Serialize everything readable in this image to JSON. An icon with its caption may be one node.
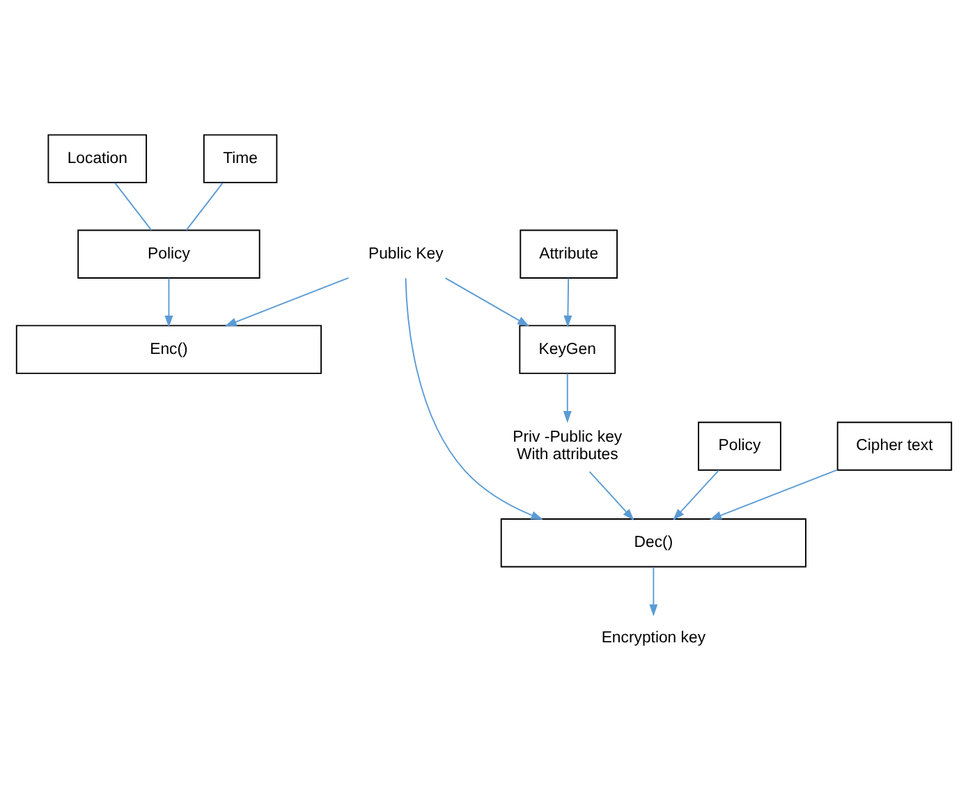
{
  "diagram": {
    "nodes": [
      {
        "text": [
          "Location"
        ]
      },
      {
        "text": [
          "Time"
        ]
      },
      {
        "text": [
          "Policy"
        ]
      },
      {
        "text": [
          "Attribute"
        ]
      },
      {
        "text": [
          "KeyGen"
        ]
      },
      {
        "text": [
          "Public Key"
        ]
      },
      {
        "text": [
          "Enc()"
        ]
      },
      {
        "text": [
          "Policy"
        ]
      },
      {
        "text": [
          "Cipher text"
        ]
      },
      {
        "text": [
          "Dec()"
        ]
      },
      {
        "text": [
          "Priv -Public key",
          "With attributes"
        ]
      },
      {
        "text": [
          "Encryption key"
        ]
      }
    ],
    "edges": [
      {
        "from": 0,
        "to": 2,
        "arrow": "none"
      },
      {
        "from": 1,
        "to": 2,
        "arrow": "none"
      },
      {
        "from": 2,
        "to": 6,
        "arrow": "to"
      },
      {
        "from": 3,
        "to": 4,
        "arrow": "to"
      },
      {
        "from": 5,
        "to": 6,
        "arrow": "to"
      },
      {
        "from": 5,
        "to": 4,
        "arrow": "to"
      },
      {
        "from": 5,
        "to": 9,
        "arrow": "to"
      },
      {
        "from": 4,
        "to": 10,
        "arrow": "to"
      },
      {
        "from": 7,
        "to": 9,
        "arrow": "to"
      },
      {
        "from": 8,
        "to": 9,
        "arrow": "to"
      },
      {
        "from": 10,
        "to": 9,
        "arrow": "to"
      },
      {
        "from": 9,
        "to": 11,
        "arrow": "to"
      }
    ]
  }
}
